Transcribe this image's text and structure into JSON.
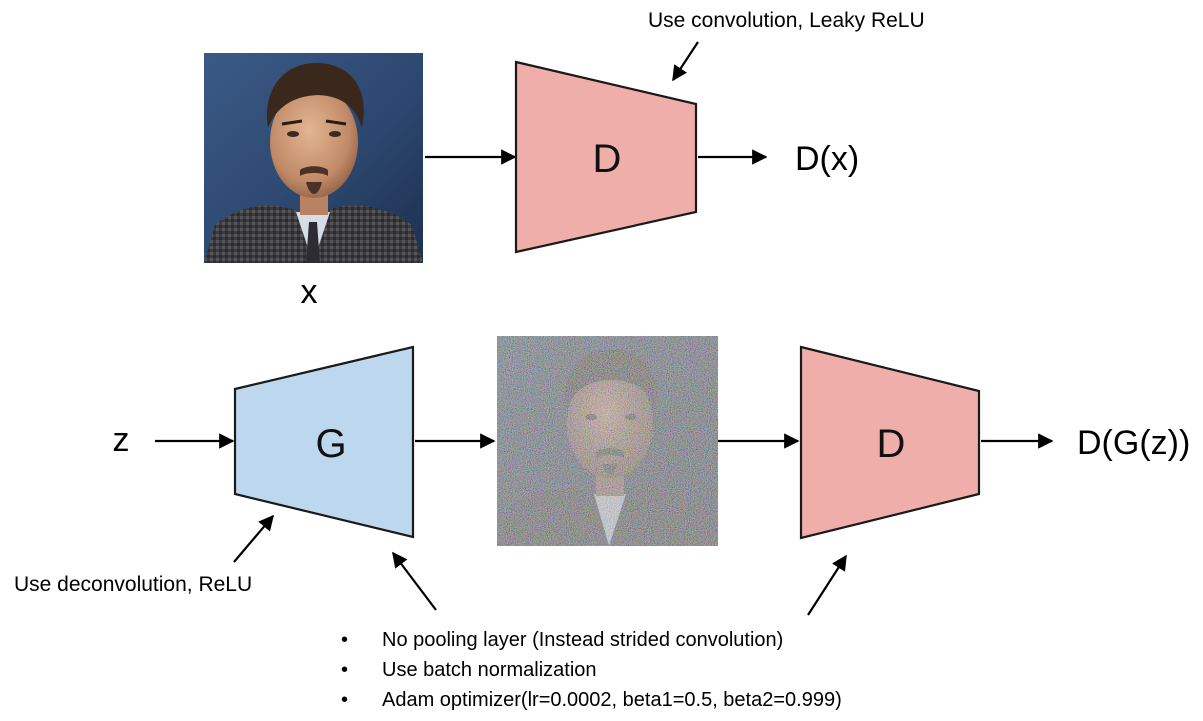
{
  "labels": {
    "real_input": "x",
    "real_output": "D(x)",
    "noise_input": "z",
    "fake_output": "D(G(z))"
  },
  "blocks": {
    "discriminator_top": "D",
    "generator": "G",
    "discriminator_bottom": "D"
  },
  "notes": {
    "discriminator": "Use convolution, Leaky ReLU",
    "generator": "Use deconvolution, ReLU"
  },
  "bullets": [
    {
      "marker": "•",
      "text": "No pooling layer (Instead strided convolution)"
    },
    {
      "marker": "•",
      "text": "Use batch normalization"
    },
    {
      "marker": "•",
      "text": "Adam optimizer(lr=0.0002, beta1=0.5, beta2=0.999)"
    }
  ],
  "colors": {
    "discriminator_fill": "#efaeaa",
    "generator_fill": "#bdd7ee",
    "outline": "#1a1a1a"
  }
}
